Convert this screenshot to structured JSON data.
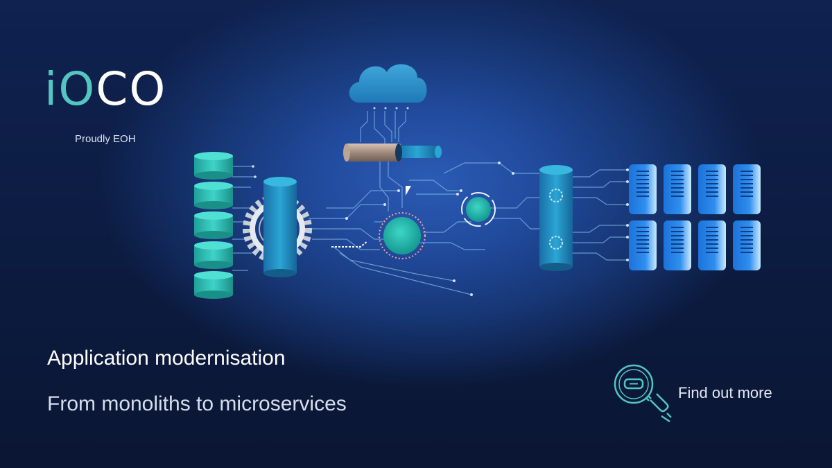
{
  "brand": {
    "logo_prefix": "iO",
    "logo_suffix": "CO",
    "tagline": "Proudly EOH",
    "accent_color": "#52c6c0",
    "background_color": "#0f2250"
  },
  "content": {
    "headline": "Application modernisation",
    "subheadline": "From monoliths to microservices"
  },
  "cta": {
    "label": "Find out more",
    "icon": "magnifier-icon"
  },
  "illustration": {
    "icons": [
      "database-icon",
      "gear-icon",
      "cloud-icon",
      "pipe-icon",
      "circuit-icon",
      "server-icon"
    ]
  }
}
